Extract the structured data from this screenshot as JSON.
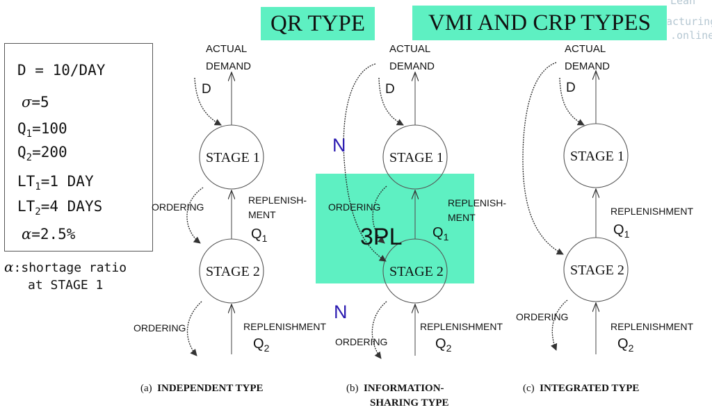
{
  "banners": {
    "qr": "QR TYPE",
    "vmi": "VMI AND CRP TYPES"
  },
  "logo": {
    "line1": "Lean",
    "line2": "acturing",
    "line3": ".online"
  },
  "params": {
    "d": "D = 10/DAY",
    "sigma_sym": "σ",
    "sigma_val": "=5",
    "q1_pre": "Q",
    "q1_sub": "1",
    "q1_val": "=100",
    "q2_pre": "Q",
    "q2_sub": "2",
    "q2_val": "=200",
    "lt1_pre": "LT",
    "lt1_sub": "1",
    "lt1_val": "=1 DAY",
    "lt2_pre": "LT",
    "lt2_sub": "2",
    "lt2_val": "=4 DAYS",
    "alpha_sym": "α",
    "alpha_val": "=2.5%",
    "note_sym": "α",
    "note_l1": ":shortage ratio",
    "note_l2": "at STAGE 1"
  },
  "common": {
    "actual": "ACTUAL",
    "demand": "DEMAND",
    "d": "D",
    "stage1": "STAGE 1",
    "stage2": "STAGE 2",
    "ordering": "ORDERING",
    "replenishment": "REPLENISHMENT",
    "replenish_a": "REPLENISH-",
    "replenish_b": "MENT",
    "q": "Q",
    "sub1": "1",
    "sub2": "2"
  },
  "info_sharing": {
    "n_top": "N",
    "n_bottom": "N",
    "tpl": "3PL"
  },
  "captions": {
    "a_tag": "(a)",
    "a_text": "INDEPENDENT TYPE",
    "b_tag": "(b)",
    "b_text1": "INFORMATION-",
    "b_text2": "SHARING TYPE",
    "c_tag": "(c)",
    "c_text": "INTEGRATED TYPE"
  }
}
